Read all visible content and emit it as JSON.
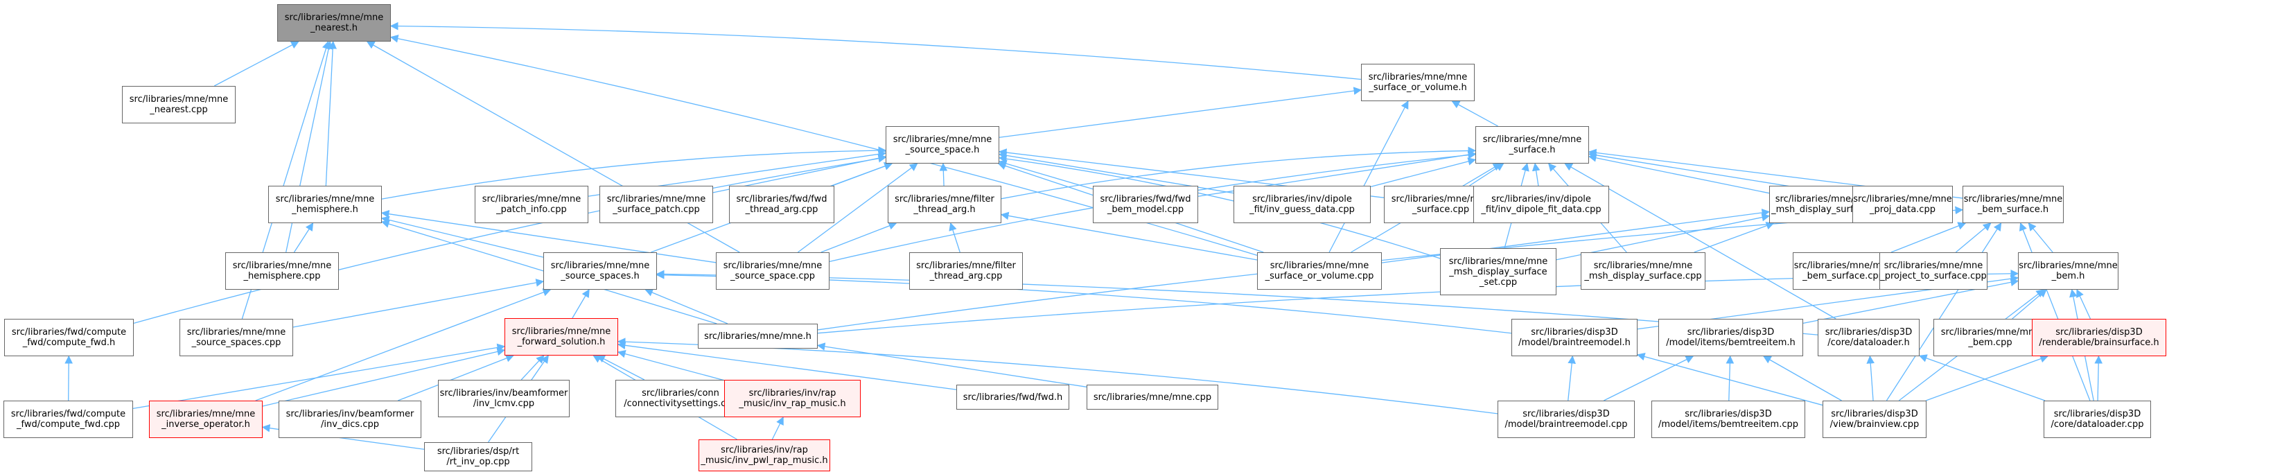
{
  "title": "src/libraries/mne/mne_nearest.h include dependency graph",
  "colors": {
    "edge": "#63b8ff",
    "root_fill": "#999999",
    "red_border": "#ff0000",
    "red_fill": "#fff0f0",
    "node_border": "#666666"
  },
  "nodes": [
    {
      "id": "n0",
      "lines": [
        "src/libraries/mne/mne",
        "_nearest.h"
      ],
      "kind": "root"
    },
    {
      "id": "n1",
      "lines": [
        "src/libraries/mne/mne",
        "_nearest.cpp"
      ],
      "kind": "normal"
    },
    {
      "id": "n2",
      "lines": [
        "src/libraries/mne/mne",
        "_surface_or_volume.h"
      ],
      "kind": "normal"
    },
    {
      "id": "n3",
      "lines": [
        "src/libraries/mne/mne",
        "_source_space.h"
      ],
      "kind": "normal"
    },
    {
      "id": "n4",
      "lines": [
        "src/libraries/mne/mne",
        "_surface.h"
      ],
      "kind": "normal"
    },
    {
      "id": "n5",
      "lines": [
        "src/libraries/mne/mne",
        "_hemisphere.h"
      ],
      "kind": "normal"
    },
    {
      "id": "n6",
      "lines": [
        "src/libraries/mne/mne",
        "_patch_info.cpp"
      ],
      "kind": "normal"
    },
    {
      "id": "n7",
      "lines": [
        "src/libraries/mne/mne",
        "_surface_patch.cpp"
      ],
      "kind": "normal"
    },
    {
      "id": "n8",
      "lines": [
        "src/libraries/fwd/fwd",
        "_thread_arg.cpp"
      ],
      "kind": "normal"
    },
    {
      "id": "n9",
      "lines": [
        "src/libraries/mne/filter",
        "_thread_arg.h"
      ],
      "kind": "normal"
    },
    {
      "id": "n10",
      "lines": [
        "src/libraries/fwd/fwd",
        "_bem_model.cpp"
      ],
      "kind": "normal"
    },
    {
      "id": "n11",
      "lines": [
        "src/libraries/inv/dipole",
        "_fit/inv_guess_data.cpp"
      ],
      "kind": "normal"
    },
    {
      "id": "n12",
      "lines": [
        "src/libraries/mne/mne",
        "_surface.cpp"
      ],
      "kind": "normal"
    },
    {
      "id": "n13",
      "lines": [
        "src/libraries/inv/dipole",
        "_fit/inv_dipole_fit_data.cpp"
      ],
      "kind": "normal"
    },
    {
      "id": "n14",
      "lines": [
        "src/libraries/mne/mne",
        "_msh_display_surface.h"
      ],
      "kind": "normal"
    },
    {
      "id": "n15",
      "lines": [
        "src/libraries/mne/mne",
        "_proj_data.cpp"
      ],
      "kind": "normal"
    },
    {
      "id": "n16",
      "lines": [
        "src/libraries/mne/mne",
        "_bem_surface.h"
      ],
      "kind": "normal"
    },
    {
      "id": "n17",
      "lines": [
        "src/libraries/mne/mne",
        "_hemisphere.cpp"
      ],
      "kind": "normal"
    },
    {
      "id": "n18",
      "lines": [
        "src/libraries/mne/mne",
        "_source_spaces.h"
      ],
      "kind": "normal"
    },
    {
      "id": "n19",
      "lines": [
        "src/libraries/mne/mne",
        "_source_space.cpp"
      ],
      "kind": "normal"
    },
    {
      "id": "n20",
      "lines": [
        "src/libraries/mne/filter",
        "_thread_arg.cpp"
      ],
      "kind": "normal"
    },
    {
      "id": "n21",
      "lines": [
        "src/libraries/mne/mne",
        "_surface_or_volume.cpp"
      ],
      "kind": "normal"
    },
    {
      "id": "n22",
      "lines": [
        "src/libraries/mne/mne",
        "_msh_display_surface",
        "_set.cpp"
      ],
      "kind": "normal"
    },
    {
      "id": "n23",
      "lines": [
        "src/libraries/mne/mne",
        "_msh_display_surface.cpp"
      ],
      "kind": "normal"
    },
    {
      "id": "n24",
      "lines": [
        "src/libraries/mne/mne",
        "_bem_surface.cpp"
      ],
      "kind": "normal"
    },
    {
      "id": "n25",
      "lines": [
        "src/libraries/mne/mne",
        "_project_to_surface.cpp"
      ],
      "kind": "normal"
    },
    {
      "id": "n26",
      "lines": [
        "src/libraries/mne/mne",
        "_bem.h"
      ],
      "kind": "normal"
    },
    {
      "id": "n27",
      "lines": [
        "src/libraries/fwd/compute",
        "_fwd/compute_fwd.h"
      ],
      "kind": "normal"
    },
    {
      "id": "n28",
      "lines": [
        "src/libraries/mne/mne",
        "_source_spaces.cpp"
      ],
      "kind": "normal"
    },
    {
      "id": "n29",
      "lines": [
        "src/libraries/mne/mne",
        "_forward_solution.h"
      ],
      "kind": "red"
    },
    {
      "id": "n30",
      "lines": [
        "src/libraries/mne/mne.h"
      ],
      "kind": "normal"
    },
    {
      "id": "n31",
      "lines": [
        "src/libraries/disp3D",
        "/model/braintreemodel.h"
      ],
      "kind": "normal"
    },
    {
      "id": "n32",
      "lines": [
        "src/libraries/disp3D",
        "/model/items/bemtreeitem.h"
      ],
      "kind": "normal"
    },
    {
      "id": "n33",
      "lines": [
        "src/libraries/disp3D",
        "/core/dataloader.h"
      ],
      "kind": "normal"
    },
    {
      "id": "n34",
      "lines": [
        "src/libraries/mne/mne",
        "_bem.cpp"
      ],
      "kind": "normal"
    },
    {
      "id": "n35",
      "lines": [
        "src/libraries/disp3D",
        "/renderable/brainsurface.h"
      ],
      "kind": "red"
    },
    {
      "id": "n36",
      "lines": [
        "src/libraries/fwd/compute",
        "_fwd/compute_fwd.cpp"
      ],
      "kind": "normal"
    },
    {
      "id": "n37",
      "lines": [
        "src/libraries/mne/mne",
        "_inverse_operator.h"
      ],
      "kind": "red"
    },
    {
      "id": "n38",
      "lines": [
        "src/libraries/inv/beamformer",
        "/inv_dics.cpp"
      ],
      "kind": "normal"
    },
    {
      "id": "n39",
      "lines": [
        "src/libraries/inv/beamformer",
        "/inv_lcmv.cpp"
      ],
      "kind": "normal"
    },
    {
      "id": "n40",
      "lines": [
        "src/libraries/conn",
        "/connectivitysettings.cpp"
      ],
      "kind": "normal"
    },
    {
      "id": "n41",
      "lines": [
        "src/libraries/inv/rap",
        "_music/inv_rap_music.h"
      ],
      "kind": "red"
    },
    {
      "id": "n42",
      "lines": [
        "src/libraries/fwd/fwd.h"
      ],
      "kind": "normal"
    },
    {
      "id": "n43",
      "lines": [
        "src/libraries/mne/mne.cpp"
      ],
      "kind": "normal"
    },
    {
      "id": "n44",
      "lines": [
        "src/libraries/disp3D",
        "/model/braintreemodel.cpp"
      ],
      "kind": "normal"
    },
    {
      "id": "n45",
      "lines": [
        "src/libraries/disp3D",
        "/model/items/bemtreeitem.cpp"
      ],
      "kind": "normal"
    },
    {
      "id": "n46",
      "lines": [
        "src/libraries/disp3D",
        "/view/brainview.cpp"
      ],
      "kind": "normal"
    },
    {
      "id": "n47",
      "lines": [
        "src/libraries/disp3D",
        "/core/dataloader.cpp"
      ],
      "kind": "normal"
    },
    {
      "id": "n48",
      "lines": [
        "src/libraries/dsp/rt",
        "/rt_inv_op.cpp"
      ],
      "kind": "normal"
    },
    {
      "id": "n49",
      "lines": [
        "src/libraries/inv/rap",
        "_music/inv_pwl_rap_music.h"
      ],
      "kind": "red"
    }
  ],
  "edges": [
    [
      "n1",
      "n0"
    ],
    [
      "n2",
      "n0"
    ],
    [
      "n5",
      "n0"
    ],
    [
      "n17",
      "n0"
    ],
    [
      "n28",
      "n0"
    ],
    [
      "n19",
      "n0"
    ],
    [
      "n21",
      "n0"
    ],
    [
      "n3",
      "n2"
    ],
    [
      "n4",
      "n2"
    ],
    [
      "n21",
      "n2"
    ],
    [
      "n5",
      "n3"
    ],
    [
      "n6",
      "n3"
    ],
    [
      "n7",
      "n3"
    ],
    [
      "n8",
      "n3"
    ],
    [
      "n9",
      "n3"
    ],
    [
      "n10",
      "n3"
    ],
    [
      "n11",
      "n3"
    ],
    [
      "n12",
      "n3"
    ],
    [
      "n19",
      "n3"
    ],
    [
      "n21",
      "n3"
    ],
    [
      "n18",
      "n3"
    ],
    [
      "n27",
      "n3"
    ],
    [
      "n22",
      "n3"
    ],
    [
      "n9",
      "n4"
    ],
    [
      "n10",
      "n4"
    ],
    [
      "n11",
      "n4"
    ],
    [
      "n12",
      "n4"
    ],
    [
      "n13",
      "n4"
    ],
    [
      "n14",
      "n4"
    ],
    [
      "n15",
      "n4"
    ],
    [
      "n16",
      "n4"
    ],
    [
      "n19",
      "n4"
    ],
    [
      "n21",
      "n4"
    ],
    [
      "n22",
      "n4"
    ],
    [
      "n23",
      "n4"
    ],
    [
      "n33",
      "n4"
    ],
    [
      "n17",
      "n5"
    ],
    [
      "n18",
      "n5"
    ],
    [
      "n19",
      "n5"
    ],
    [
      "n30",
      "n5"
    ],
    [
      "n19",
      "n9"
    ],
    [
      "n20",
      "n9"
    ],
    [
      "n21",
      "n9"
    ],
    [
      "n22",
      "n14"
    ],
    [
      "n23",
      "n14"
    ],
    [
      "n21",
      "n14"
    ],
    [
      "n24",
      "n16"
    ],
    [
      "n25",
      "n16"
    ],
    [
      "n26",
      "n16"
    ],
    [
      "n30",
      "n16"
    ],
    [
      "n46",
      "n16"
    ],
    [
      "n47",
      "n16"
    ],
    [
      "n28",
      "n18"
    ],
    [
      "n29",
      "n18"
    ],
    [
      "n30",
      "n18"
    ],
    [
      "n37",
      "n18"
    ],
    [
      "n31",
      "n18"
    ],
    [
      "n33",
      "n18"
    ],
    [
      "n30",
      "n26"
    ],
    [
      "n31",
      "n26"
    ],
    [
      "n32",
      "n26"
    ],
    [
      "n34",
      "n26"
    ],
    [
      "n35",
      "n26"
    ],
    [
      "n46",
      "n26"
    ],
    [
      "n47",
      "n26"
    ],
    [
      "n36",
      "n27"
    ],
    [
      "n36",
      "n29"
    ],
    [
      "n37",
      "n29"
    ],
    [
      "n38",
      "n29"
    ],
    [
      "n39",
      "n29"
    ],
    [
      "n40",
      "n29"
    ],
    [
      "n41",
      "n29"
    ],
    [
      "n42",
      "n29"
    ],
    [
      "n48",
      "n29"
    ],
    [
      "n49",
      "n29"
    ],
    [
      "n44",
      "n29"
    ],
    [
      "n43",
      "n30"
    ],
    [
      "n44",
      "n31"
    ],
    [
      "n46",
      "n31"
    ],
    [
      "n44",
      "n32"
    ],
    [
      "n45",
      "n32"
    ],
    [
      "n46",
      "n32"
    ],
    [
      "n46",
      "n33"
    ],
    [
      "n47",
      "n33"
    ],
    [
      "n46",
      "n35"
    ],
    [
      "n47",
      "n35"
    ],
    [
      "n48",
      "n37"
    ],
    [
      "n49",
      "n41"
    ]
  ]
}
